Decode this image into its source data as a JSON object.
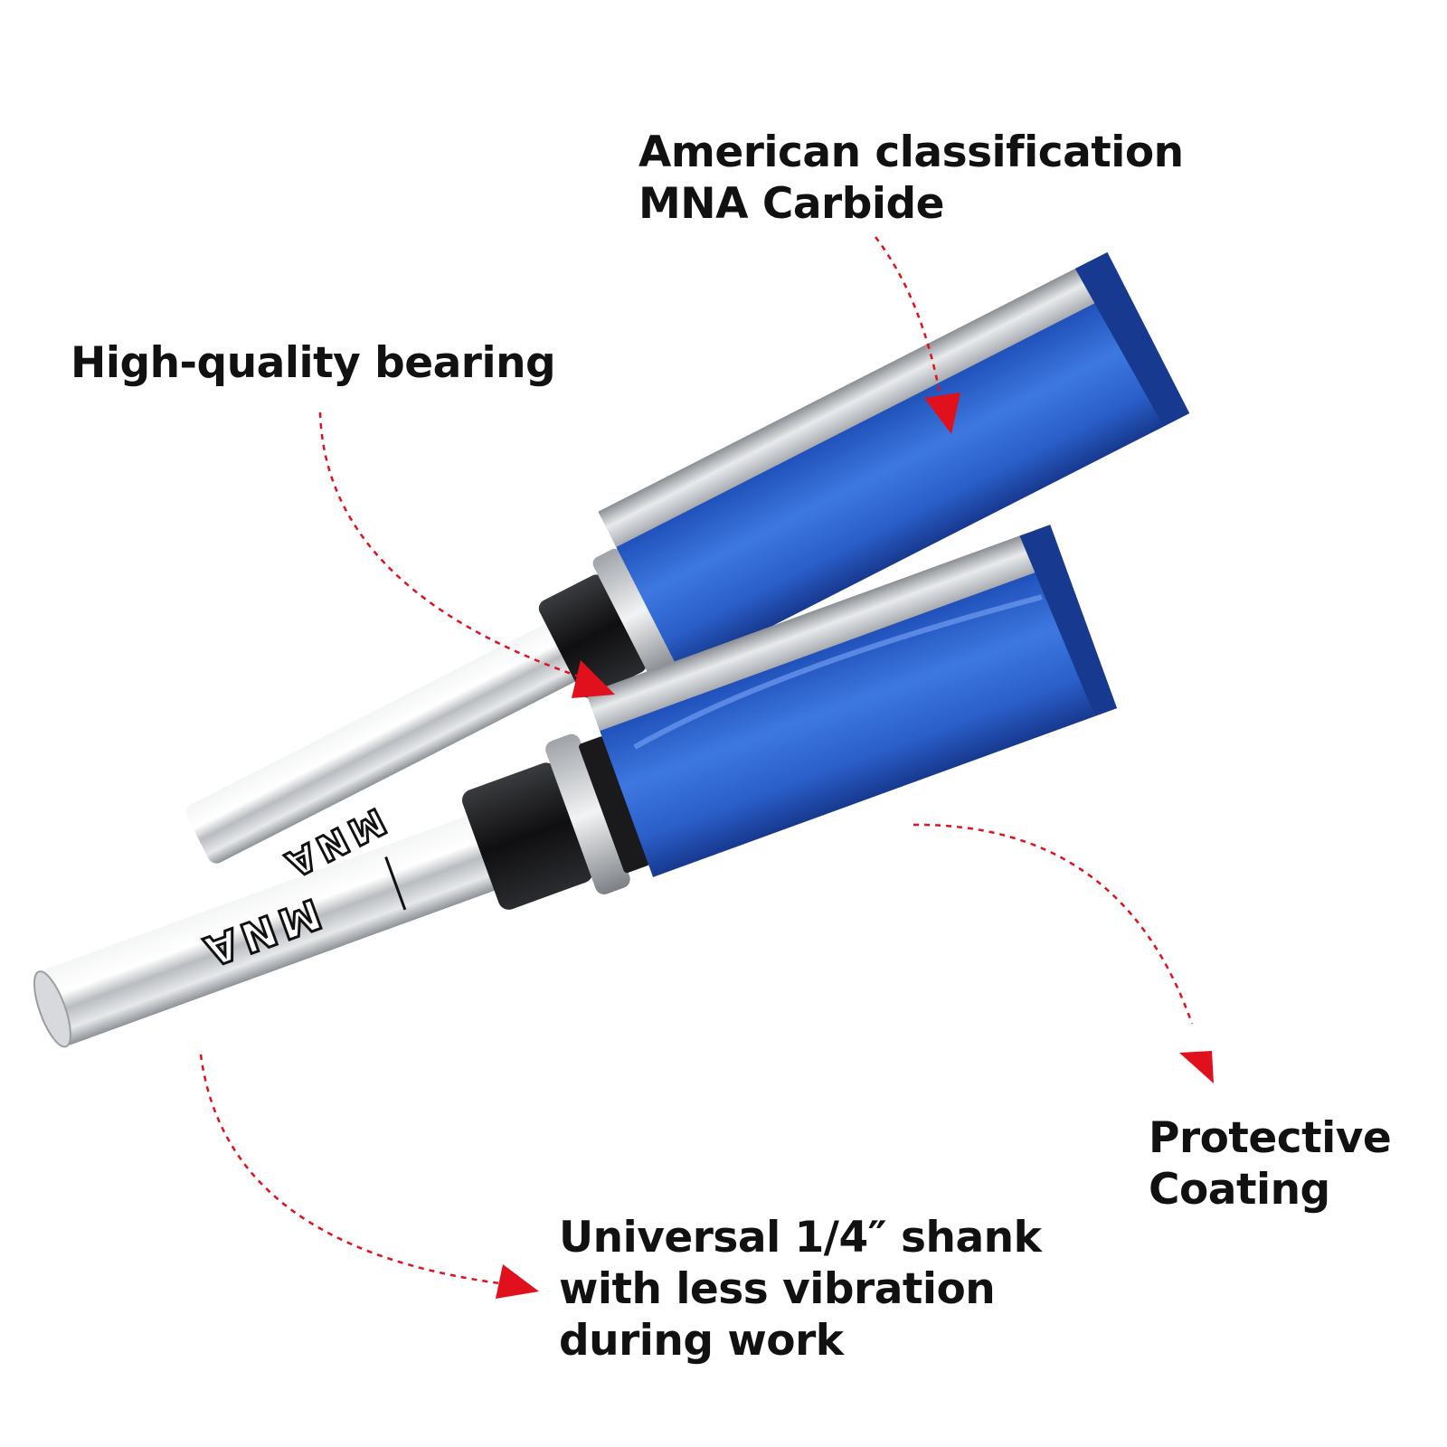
{
  "colors": {
    "accent_arrow": "#e0101c",
    "coating_blue": "#2a5ec8",
    "carbide_gray": "#c4c7ca",
    "bearing_black": "#1c1c1e",
    "text": "#111111"
  },
  "callouts": {
    "carbide": {
      "line1": "American classification",
      "line2": "MNA Carbide"
    },
    "bearing": {
      "line1": "High-quality bearing"
    },
    "coating": {
      "line1": "Protective",
      "line2": "Coating"
    },
    "shank": {
      "line1": "Universal 1/4″ shank",
      "line2": "with less vibration",
      "line3": "during work"
    }
  },
  "product": {
    "brand_mark": "MNA",
    "icons": [
      "router-bit-back",
      "router-bit-front",
      "bearing",
      "shank",
      "callout-arrow"
    ]
  }
}
